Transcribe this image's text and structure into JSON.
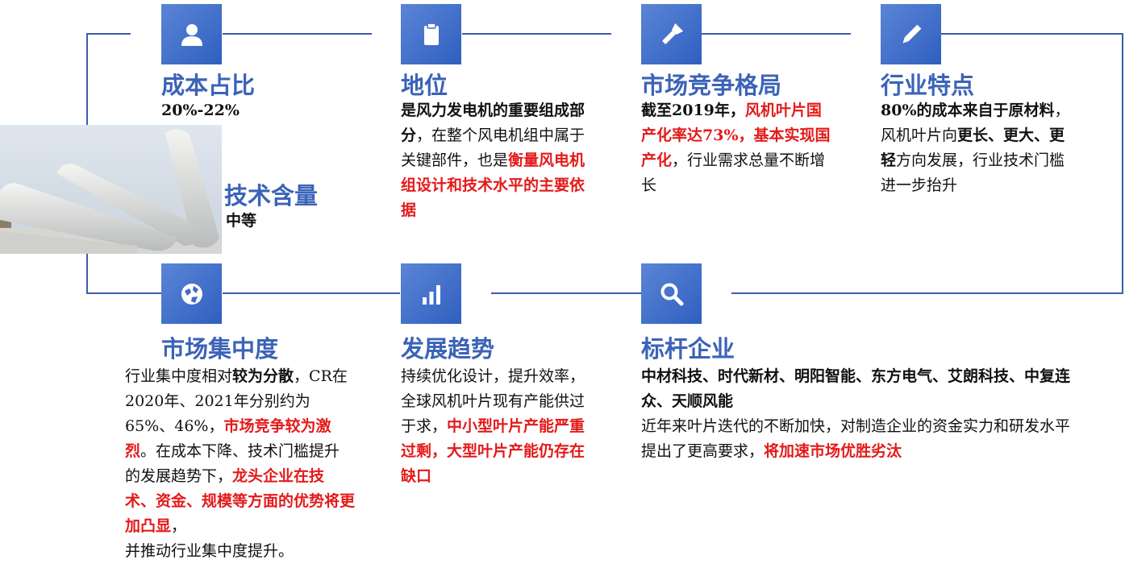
{
  "colors": {
    "accent": "#3b63b8",
    "highlight": "#e41a1a",
    "line": "#3a5ea8"
  },
  "photo": {
    "icon": "wind-turbine-blades-photo"
  },
  "cost_share": {
    "icon": "user-icon",
    "title": "成本占比",
    "value": "20%-22%"
  },
  "tech_content": {
    "title": "技术含量",
    "value": "中等"
  },
  "status": {
    "icon": "clipboard-icon",
    "title": "地位",
    "t1": "是风力发电机的重要组成部分",
    "t2": "，在整个风电机组中属于关键部件，也是",
    "t3": "衡量风电机组设计和技术水平的主要依据"
  },
  "competition": {
    "icon": "flashlight-icon",
    "title": "市场竞争格局",
    "t1": "截至2019年，",
    "t2": "风机叶片国产化率达73%，基本实现国产化",
    "t3": "，行业需求总量不断增长"
  },
  "industry": {
    "icon": "pencil-icon",
    "title": "行业特点",
    "t1": "80%的成本来自于原材料",
    "t2": "，风机叶片向",
    "t3": "更长、更大、更轻",
    "t4": "方向发展，行业技术门槛进一步抬升"
  },
  "concentration": {
    "icon": "globe-icon",
    "title": "市场集中度",
    "t1": "行业集中度相对",
    "t2": "较为分散",
    "t3": "，CR在2020年、2021年分别约为65%、46%，",
    "t4": "市场竞争较为激烈",
    "t5": "。在成本下降、技术门槛提升的发展趋势下，",
    "t6": "龙头企业在技术、资金、规模等方面的优势将更加凸显",
    "t7": "，",
    "t8": "并推动行业集中度提升。"
  },
  "trend": {
    "icon": "bar-chart-icon",
    "title": "发展趋势",
    "t1": "持续优化设计，提升效率，全球风机叶片现有产能供过于求，",
    "t2": "中小型叶片产能严重过剩，大型叶片产能仍存在缺口"
  },
  "benchmark": {
    "icon": "search-icon",
    "title": "标杆企业",
    "t1": "中材科技、时代新材、明阳智能、东方电气、艾朗科技、中复连众、天顺风能",
    "t2": "近年来叶片迭代的不断加快，对制造企业的资金实力和研发水平提出了更高要求，",
    "t3": "将加速市场优胜劣汰"
  }
}
